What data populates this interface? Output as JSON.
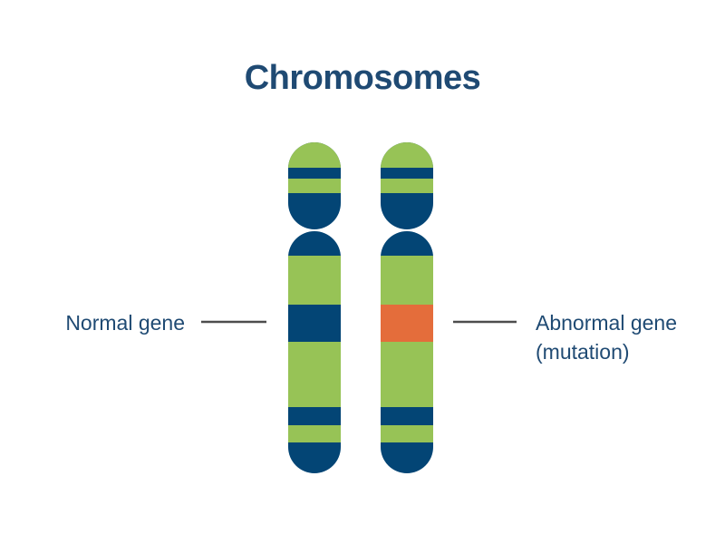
{
  "title": "Chromosomes",
  "labels": {
    "normal": "Normal gene",
    "abnormal_line1": "Abnormal gene",
    "abnormal_line2": "(mutation)"
  },
  "colors": {
    "title": "#1f4a73",
    "green": "#97c356",
    "navy": "#034575",
    "orange": "#e46d3b",
    "pointer": "#4d4d4d"
  },
  "chromosomes": [
    {
      "name": "normal",
      "gene_band": "navy"
    },
    {
      "name": "mutated",
      "gene_band": "orange"
    }
  ]
}
